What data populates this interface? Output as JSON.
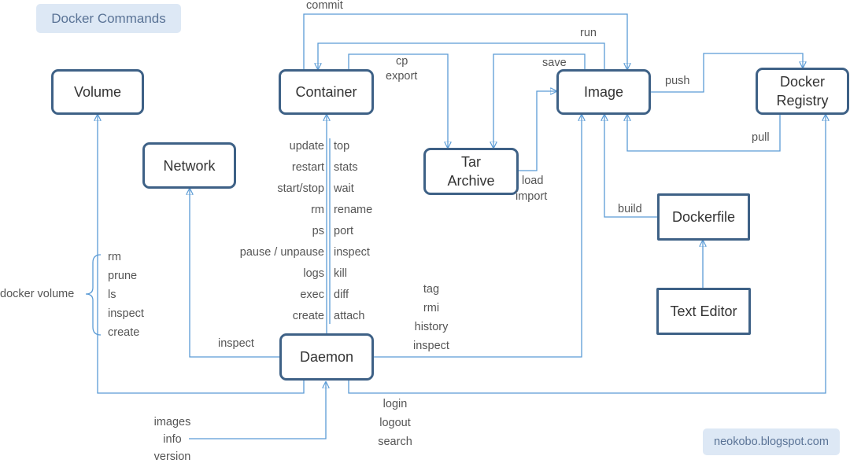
{
  "title": "Docker Commands",
  "footer": "neokobo.blogspot.com",
  "nodes": {
    "volume": "Volume",
    "container": "Container",
    "image": "Image",
    "registry": "Docker\nRegistry",
    "network": "Network",
    "tar": "Tar\nArchive",
    "dockerfile": "Dockerfile",
    "text_editor": "Text Editor",
    "daemon": "Daemon"
  },
  "edges": {
    "commit": "commit",
    "run": "run",
    "cp": "cp",
    "export": "export",
    "save": "save",
    "push": "push",
    "pull": "pull",
    "load": "load",
    "import": "import",
    "build": "build",
    "inspect_network": "inspect"
  },
  "container_commands_left": [
    "update",
    "restart",
    "start/stop",
    "rm",
    "ps",
    "pause / unpause",
    "logs",
    "exec",
    "create"
  ],
  "container_commands_right": [
    "top",
    "stats",
    "wait",
    "rename",
    "port",
    "inspect",
    "kill",
    "diff",
    "attach"
  ],
  "volume_group_label": "docker volume",
  "volume_commands": [
    "rm",
    "prune",
    "ls",
    "inspect",
    "create"
  ],
  "image_commands": [
    "tag",
    "rmi",
    "history",
    "inspect"
  ],
  "registry_commands": [
    "login",
    "logout",
    "search"
  ],
  "daemon_commands": [
    "images",
    "info",
    "version"
  ]
}
